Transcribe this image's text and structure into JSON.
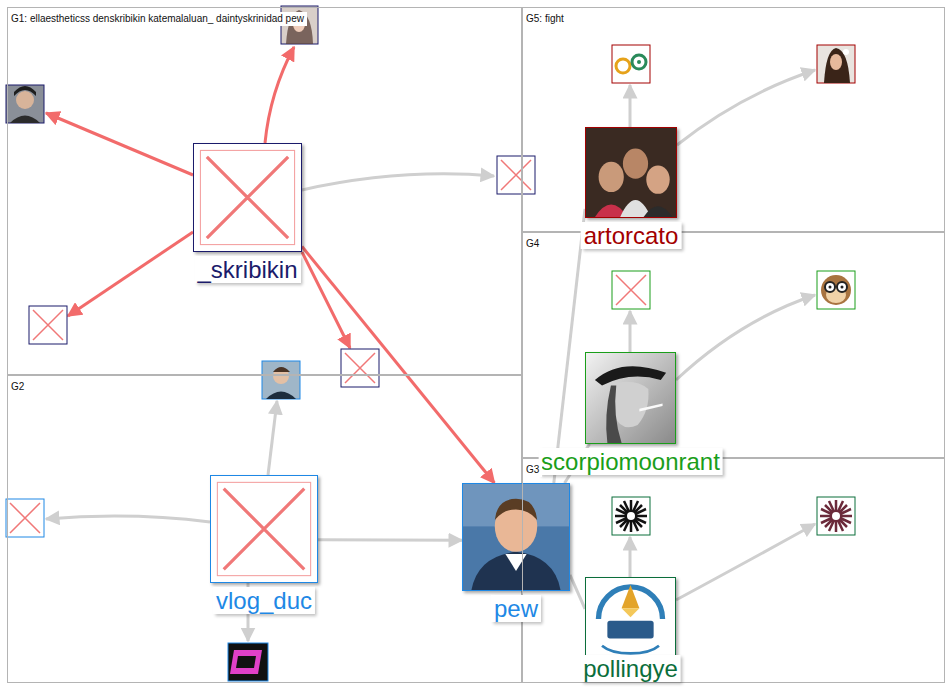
{
  "diagram": {
    "nodes": [
      {
        "text": [
          "G1: ellaestheticss denskribikin katemalaluan_ daintyskrinidad pew"
        ]
      },
      {
        "text": [
          "_skribikin"
        ],
        "in": 0
      },
      {
        "text": [
          "G5: fight"
        ]
      },
      {
        "text": [
          "artorcato"
        ],
        "in": 2
      },
      {
        "text": [
          "G4"
        ]
      },
      {
        "text": [
          "scorpiomoonrant"
        ],
        "in": 4
      },
      {
        "text": [
          "G2"
        ]
      },
      {
        "text": [
          "vlog_duc"
        ],
        "in": 6
      },
      {
        "text": [
          "pew"
        ],
        "in": 6
      },
      {
        "text": [
          "G3"
        ]
      },
      {
        "text": [
          "pollingye"
        ],
        "in": 9
      }
    ],
    "edges": [
      {
        "from": 1,
        "to": 8,
        "arrow": "to"
      },
      {
        "from": 7,
        "to": 8,
        "arrow": "to"
      },
      {
        "from": 3,
        "to": 8,
        "arrow": "none"
      },
      {
        "from": 5,
        "to": 8,
        "arrow": "none"
      },
      {
        "from": 8,
        "to": 10,
        "arrow": "none"
      }
    ]
  }
}
